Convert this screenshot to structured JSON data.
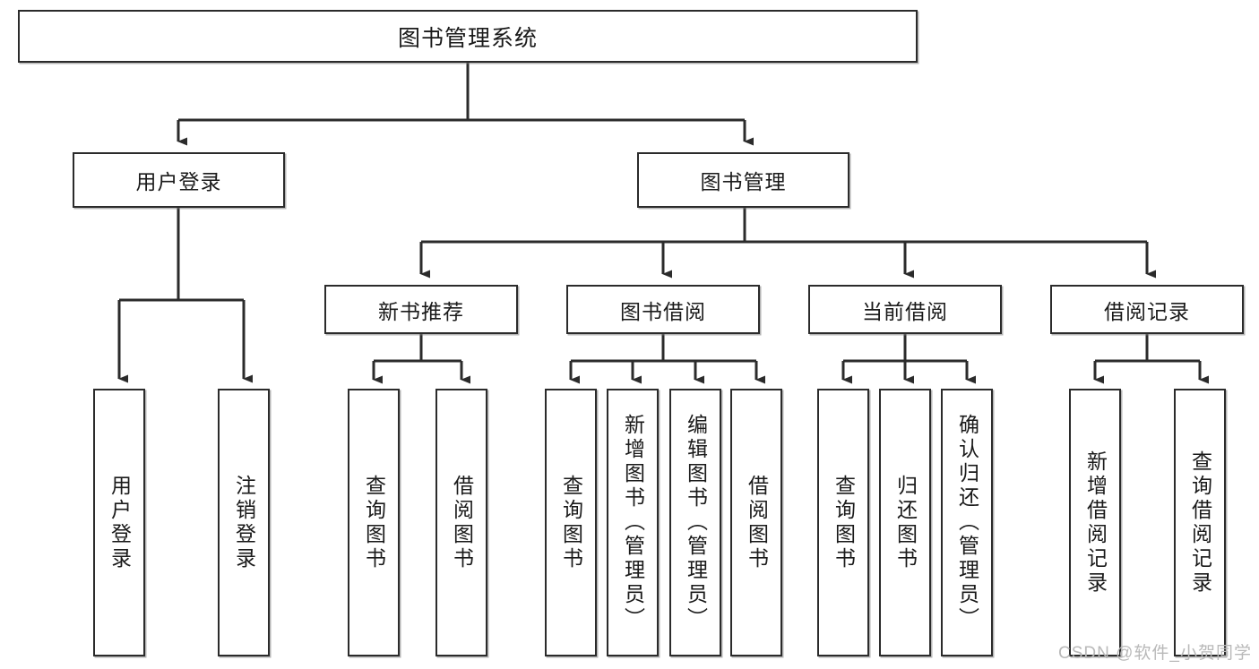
{
  "diagram": {
    "title": "图书管理系统",
    "watermark": "CSDN @软件_小贺同学",
    "line_color": "#2b2b2b",
    "box_fill": "#ffffff",
    "text_color": "#1a1a1a",
    "watermark_color": "#b9b9b9",
    "root": {
      "label": "图书管理系统"
    },
    "level2": [
      {
        "label": "用户登录"
      },
      {
        "label": "图书管理"
      }
    ],
    "level3": [
      {
        "label": "新书推荐"
      },
      {
        "label": "图书借阅"
      },
      {
        "label": "当前借阅"
      },
      {
        "label": "借阅记录"
      }
    ],
    "leaves": [
      {
        "label": "用户登录",
        "parent": "用户登录"
      },
      {
        "label": "注销登录",
        "parent": "用户登录"
      },
      {
        "label": "查询图书",
        "parent": "新书推荐"
      },
      {
        "label": "借阅图书",
        "parent": "新书推荐"
      },
      {
        "label": "查询图书",
        "parent": "图书借阅"
      },
      {
        "label": "新增图书（管理员）",
        "parent": "图书借阅"
      },
      {
        "label": "编辑图书（管理员）",
        "parent": "图书借阅"
      },
      {
        "label": "借阅图书",
        "parent": "图书借阅"
      },
      {
        "label": "查询图书",
        "parent": "当前借阅"
      },
      {
        "label": "归还图书",
        "parent": "当前借阅"
      },
      {
        "label": "确认归还（管理员）",
        "parent": "当前借阅"
      },
      {
        "label": "新增借阅记录",
        "parent": "借阅记录"
      },
      {
        "label": "查询借阅记录",
        "parent": "借阅记录"
      }
    ]
  }
}
